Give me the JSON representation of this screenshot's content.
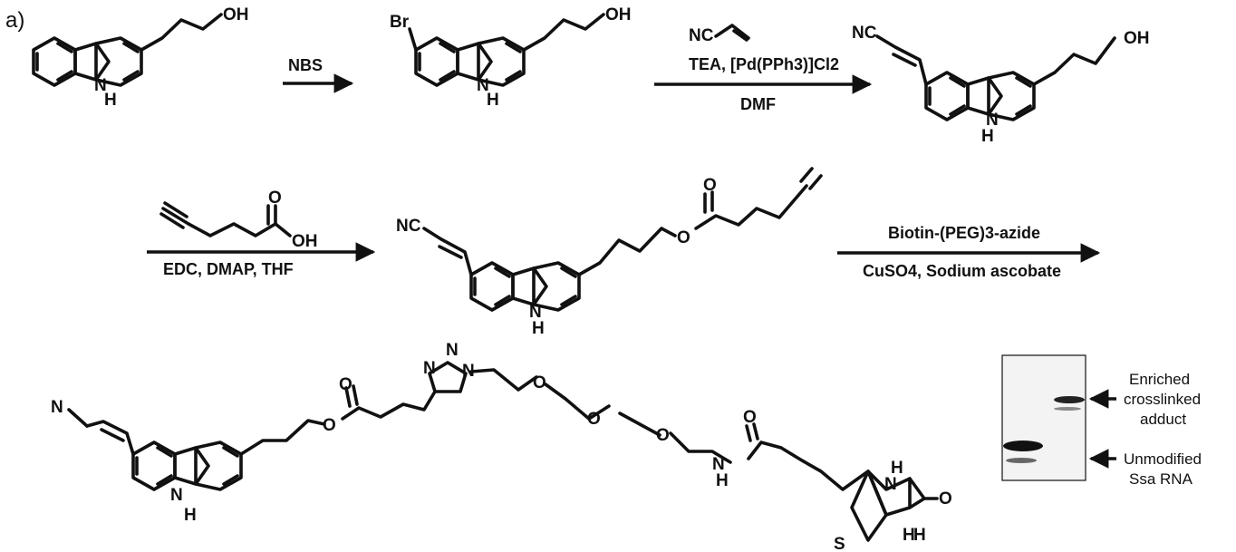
{
  "panel_label": "a)",
  "atoms": {
    "oh": "OH",
    "nh_h": "H",
    "n": "N",
    "br": "Br",
    "nc": "NC",
    "o": "O",
    "s": "S"
  },
  "step1": {
    "reagent": "NBS"
  },
  "step2": {
    "reagent_top": "NC",
    "line1": "TEA, [Pd(PPh3)]Cl2",
    "line2": "DMF"
  },
  "step3": {
    "conditions": "EDC, DMAP, THF"
  },
  "step4": {
    "line1": "Biotin-(PEG)3-azide",
    "line2": "CuSO4, Sodium ascobate"
  },
  "gel": {
    "upper_label": [
      "Enriched",
      "crosslinked",
      "adduct"
    ],
    "lower_label": [
      "Unmodified",
      "Ssa RNA"
    ]
  }
}
